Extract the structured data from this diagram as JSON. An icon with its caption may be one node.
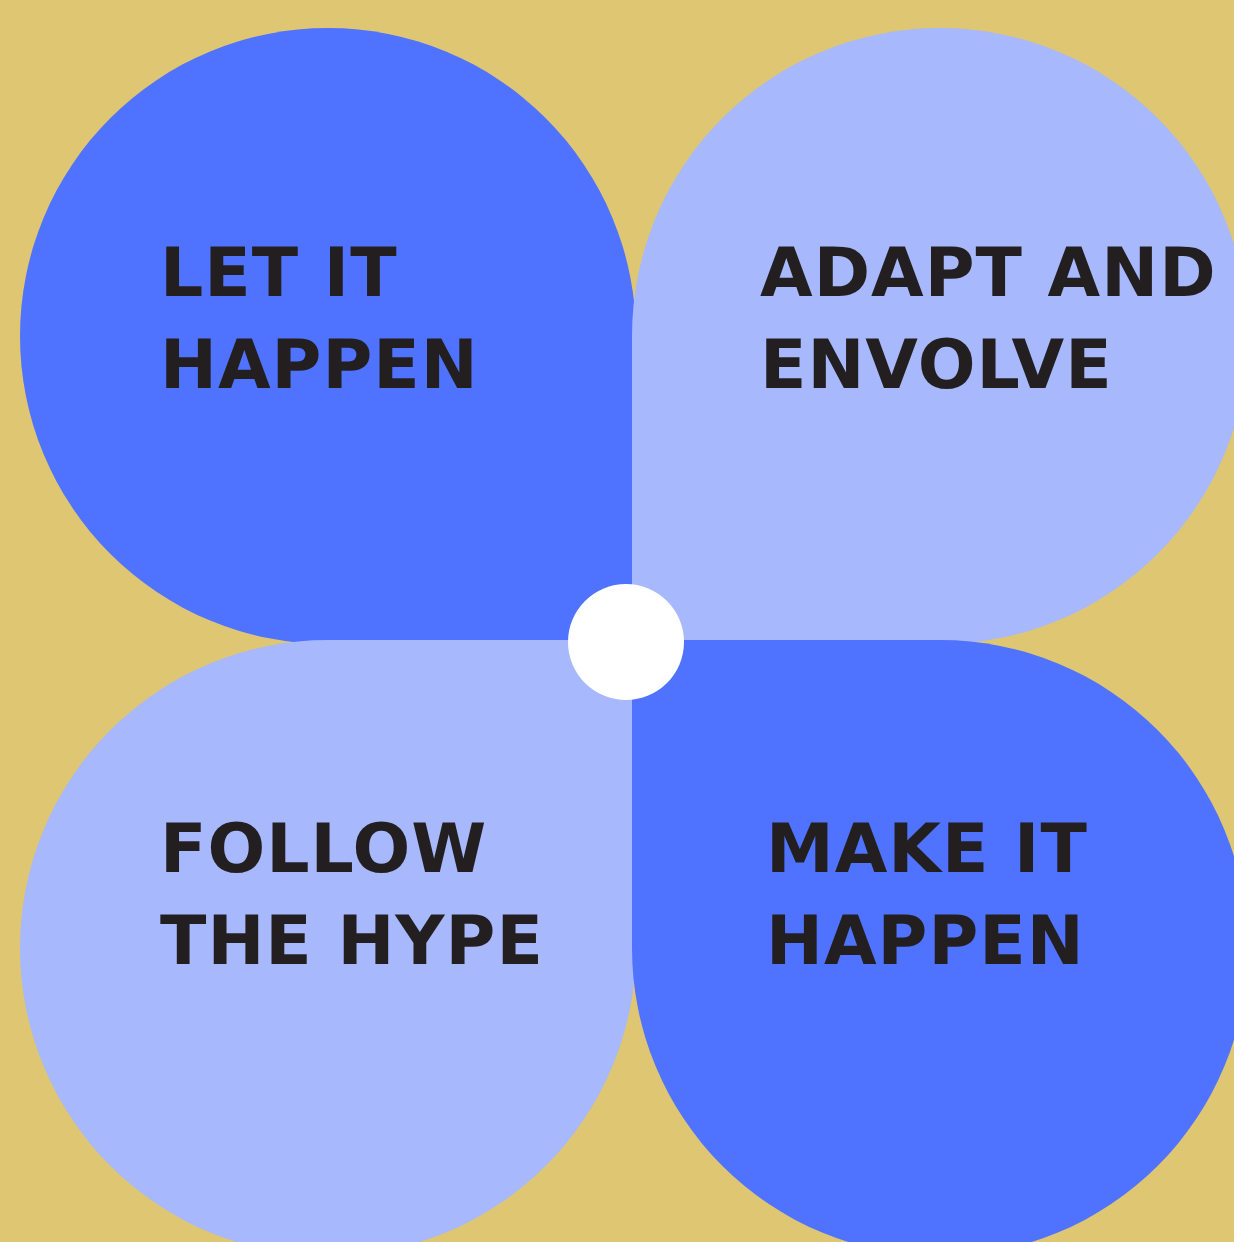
{
  "diagram": {
    "nodes": [
      {
        "text": [
          "LET IT HAPPEN"
        ]
      },
      {
        "text": [
          "ADAPT AND ENVOLVE"
        ]
      },
      {
        "text": [
          "FOLLOW THE HYPE"
        ]
      },
      {
        "text": [
          "MAKE IT HAPPEN"
        ]
      },
      {
        "text": [],
        "shape": "circle"
      }
    ]
  }
}
